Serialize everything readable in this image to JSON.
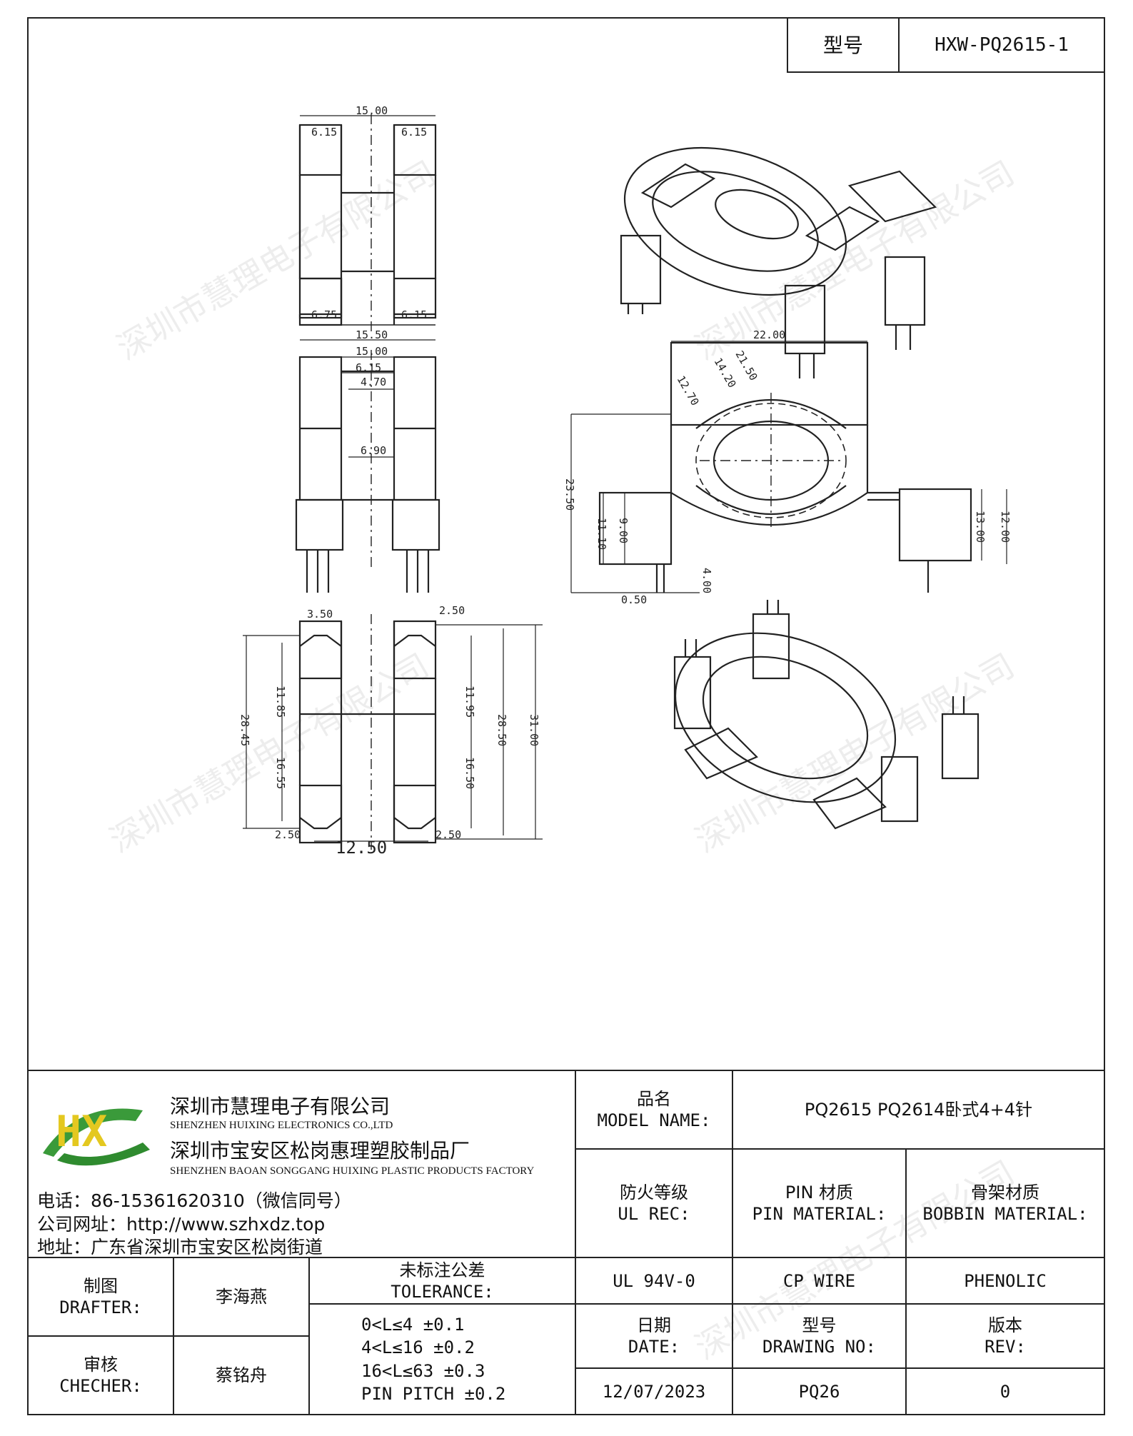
{
  "header": {
    "model_label": "型号",
    "model_value": "HXW-PQ2615-1"
  },
  "company": {
    "logo_text": "HX",
    "name_cn": "深圳市慧理电子有限公司",
    "name_en": "SHENZHEN HUIXING ELECTRONICS CO.,LTD",
    "factory_cn": "深圳市宝安区松岗惠理塑胶制品厂",
    "factory_en": "SHENZHEN BAOAN SONGGANG HUIXING PLASTIC PRODUCTS FACTORY",
    "phone": "电话：86-15361620310（微信同号）",
    "website": "公司网址：http://www.szhxdz.top",
    "address": "地址：广东省深圳市宝安区松岗街道",
    "watermark": "深圳市慧理电子有限公司"
  },
  "title_block": {
    "model_name_cn": "品名",
    "model_name_en": "MODEL NAME:",
    "model_name_value": "PQ2615 PQ2614卧式4+4针",
    "ul_cn": "防火等级",
    "ul_en": "UL REC:",
    "pin_cn": "PIN 材质",
    "pin_en": "PIN MATERIAL:",
    "bobbin_cn": "骨架材质",
    "bobbin_en": "BOBBIN MATERIAL:",
    "ul_value": "UL 94V-0",
    "pin_value": "CP WIRE",
    "bobbin_value": "PHENOLIC",
    "drafter_cn": "制图",
    "drafter_en": "DRAFTER:",
    "drafter_value": "李海燕",
    "checker_cn": "审核",
    "checker_en": "CHECHER:",
    "checker_value": "蔡铭舟",
    "tolerance_cn": "未标注公差",
    "tolerance_en": "TOLERANCE:",
    "tolerance_lines": [
      "0<L≤4  ±0.1",
      "4<L≤16 ±0.2",
      "16<L≤63 ±0.3",
      "PIN PITCH ±0.2"
    ],
    "date_cn": "日期",
    "date_en": "DATE:",
    "date_value": "12/07/2023",
    "drawing_cn": "型号",
    "drawing_en": "DRAWING NO:",
    "drawing_value": "PQ26",
    "rev_cn": "版本",
    "rev_en": "REV:",
    "rev_value": "0"
  },
  "dimensions": {
    "top_view": [
      "15.00",
      "6.15",
      "6.15",
      "6.75",
      "6.15",
      "15.50"
    ],
    "front_view": [
      "15.00",
      "6.15",
      "4.70",
      "6.90"
    ],
    "bottom_view": [
      "3.50",
      "2.50",
      "11.85",
      "16.55",
      "28.45",
      "11.95",
      "16.50",
      "28.50",
      "31.00",
      "2.50",
      "12.50",
      "2.50"
    ],
    "side_view": [
      "22.00",
      "21.50",
      "14.20",
      "12.70",
      "23.50",
      "11.10",
      "9.00",
      "4.00",
      "0.50",
      "13.00",
      "12.00"
    ]
  }
}
